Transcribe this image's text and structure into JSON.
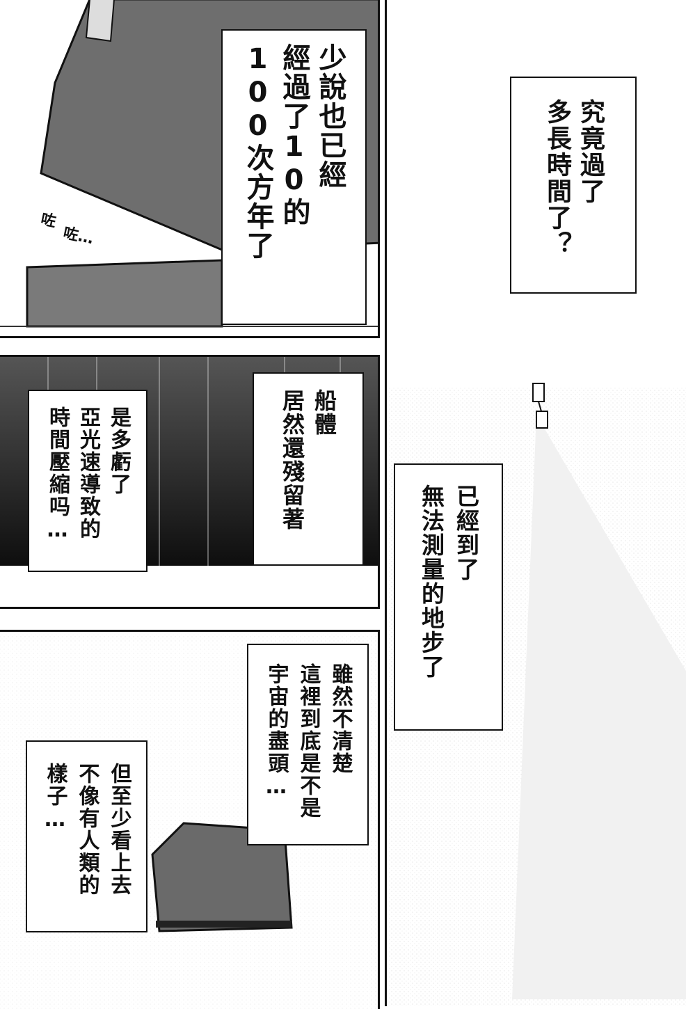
{
  "panels": {
    "top": {
      "caption": "少說也已經\n經過了10的\n100次方年了",
      "sfx1": "咗",
      "sfx2": "咗…"
    },
    "middle": {
      "caption_right": "船體\n居然還殘留著",
      "caption_left": "是多虧了\n亞光速導致的\n時間壓縮吗…"
    },
    "bottom": {
      "caption_right": "雖然不清楚\n這裡到底是不是\n宇宙的盡頭…",
      "caption_left": "但至少看上去\n不像有人類的\n樣子…"
    },
    "right": {
      "caption_top": "究竟過了\n多長時間了？",
      "caption_mid": "已經到了\n無法測量的地步了"
    }
  }
}
